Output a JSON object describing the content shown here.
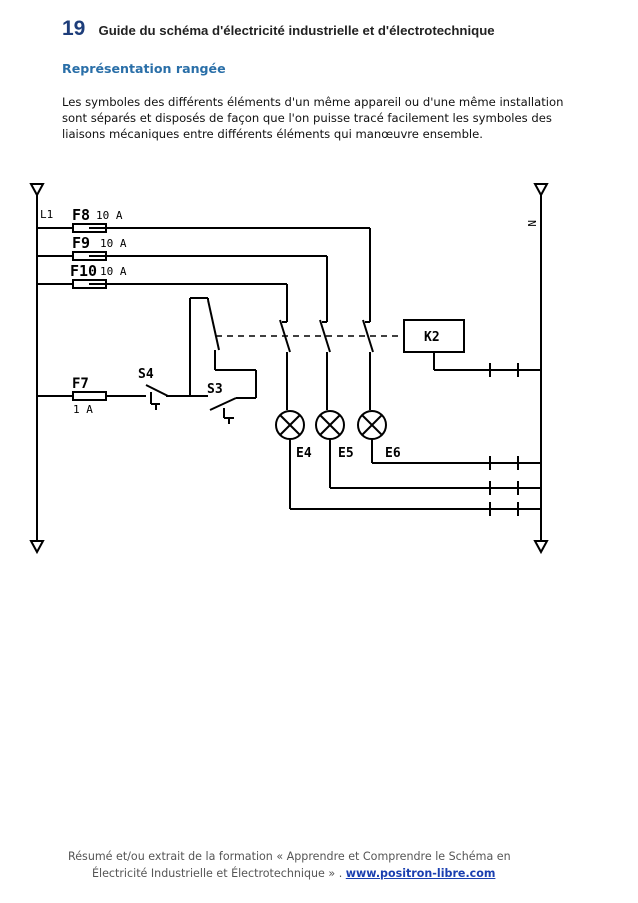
{
  "header": {
    "page_number": "19",
    "title": "Guide du schéma d'électricité industrielle et d'électrotechnique"
  },
  "section_title": "Représentation rangée",
  "paragraph": [
    "Les symboles des différents éléments d'un même appareil ou d'une même installation",
    "sont séparés et disposés de façon que l'on puisse tracé facilement les symboles des",
    "liaisons mécaniques entre différents éléments qui manœuvre ensemble."
  ],
  "diagram": {
    "line_left": "L1",
    "line_right": "N",
    "fuses": [
      {
        "name": "F8",
        "rating": "10 A"
      },
      {
        "name": "F9",
        "rating": "10 A"
      },
      {
        "name": "F10",
        "rating": "10 A"
      }
    ],
    "fuse_f7": {
      "name": "F7",
      "rating": "1 A"
    },
    "switches": [
      "S4",
      "S3"
    ],
    "relay": "K2",
    "lamps": [
      "E4",
      "E5",
      "E6"
    ]
  },
  "footer": {
    "line1": "Résumé et/ou extrait de la formation « Apprendre et Comprendre le Schéma en",
    "line2": "Électricité Industrielle et Électrotechnique » .",
    "link": "www.positron-libre.com"
  }
}
